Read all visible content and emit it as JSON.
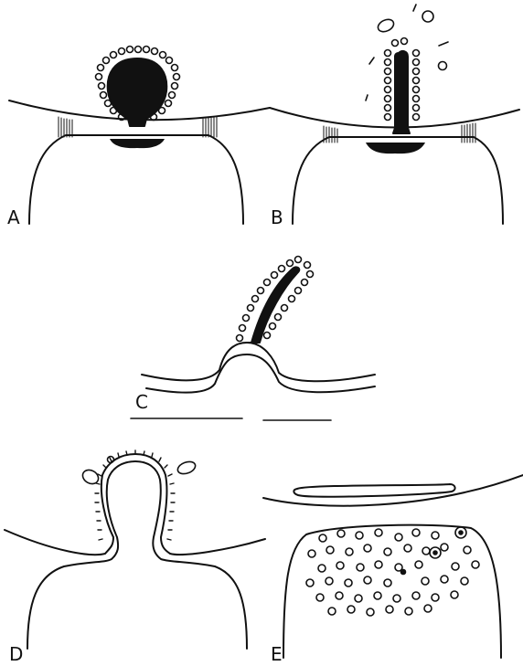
{
  "panels": [
    {
      "id": "A",
      "label": "A"
    },
    {
      "id": "B",
      "label": "B"
    },
    {
      "id": "C",
      "label": "C"
    },
    {
      "id": "D",
      "label": "D"
    },
    {
      "id": "E",
      "label": "E"
    }
  ],
  "colors": {
    "ink": "#111111",
    "paper": "#ffffff"
  }
}
